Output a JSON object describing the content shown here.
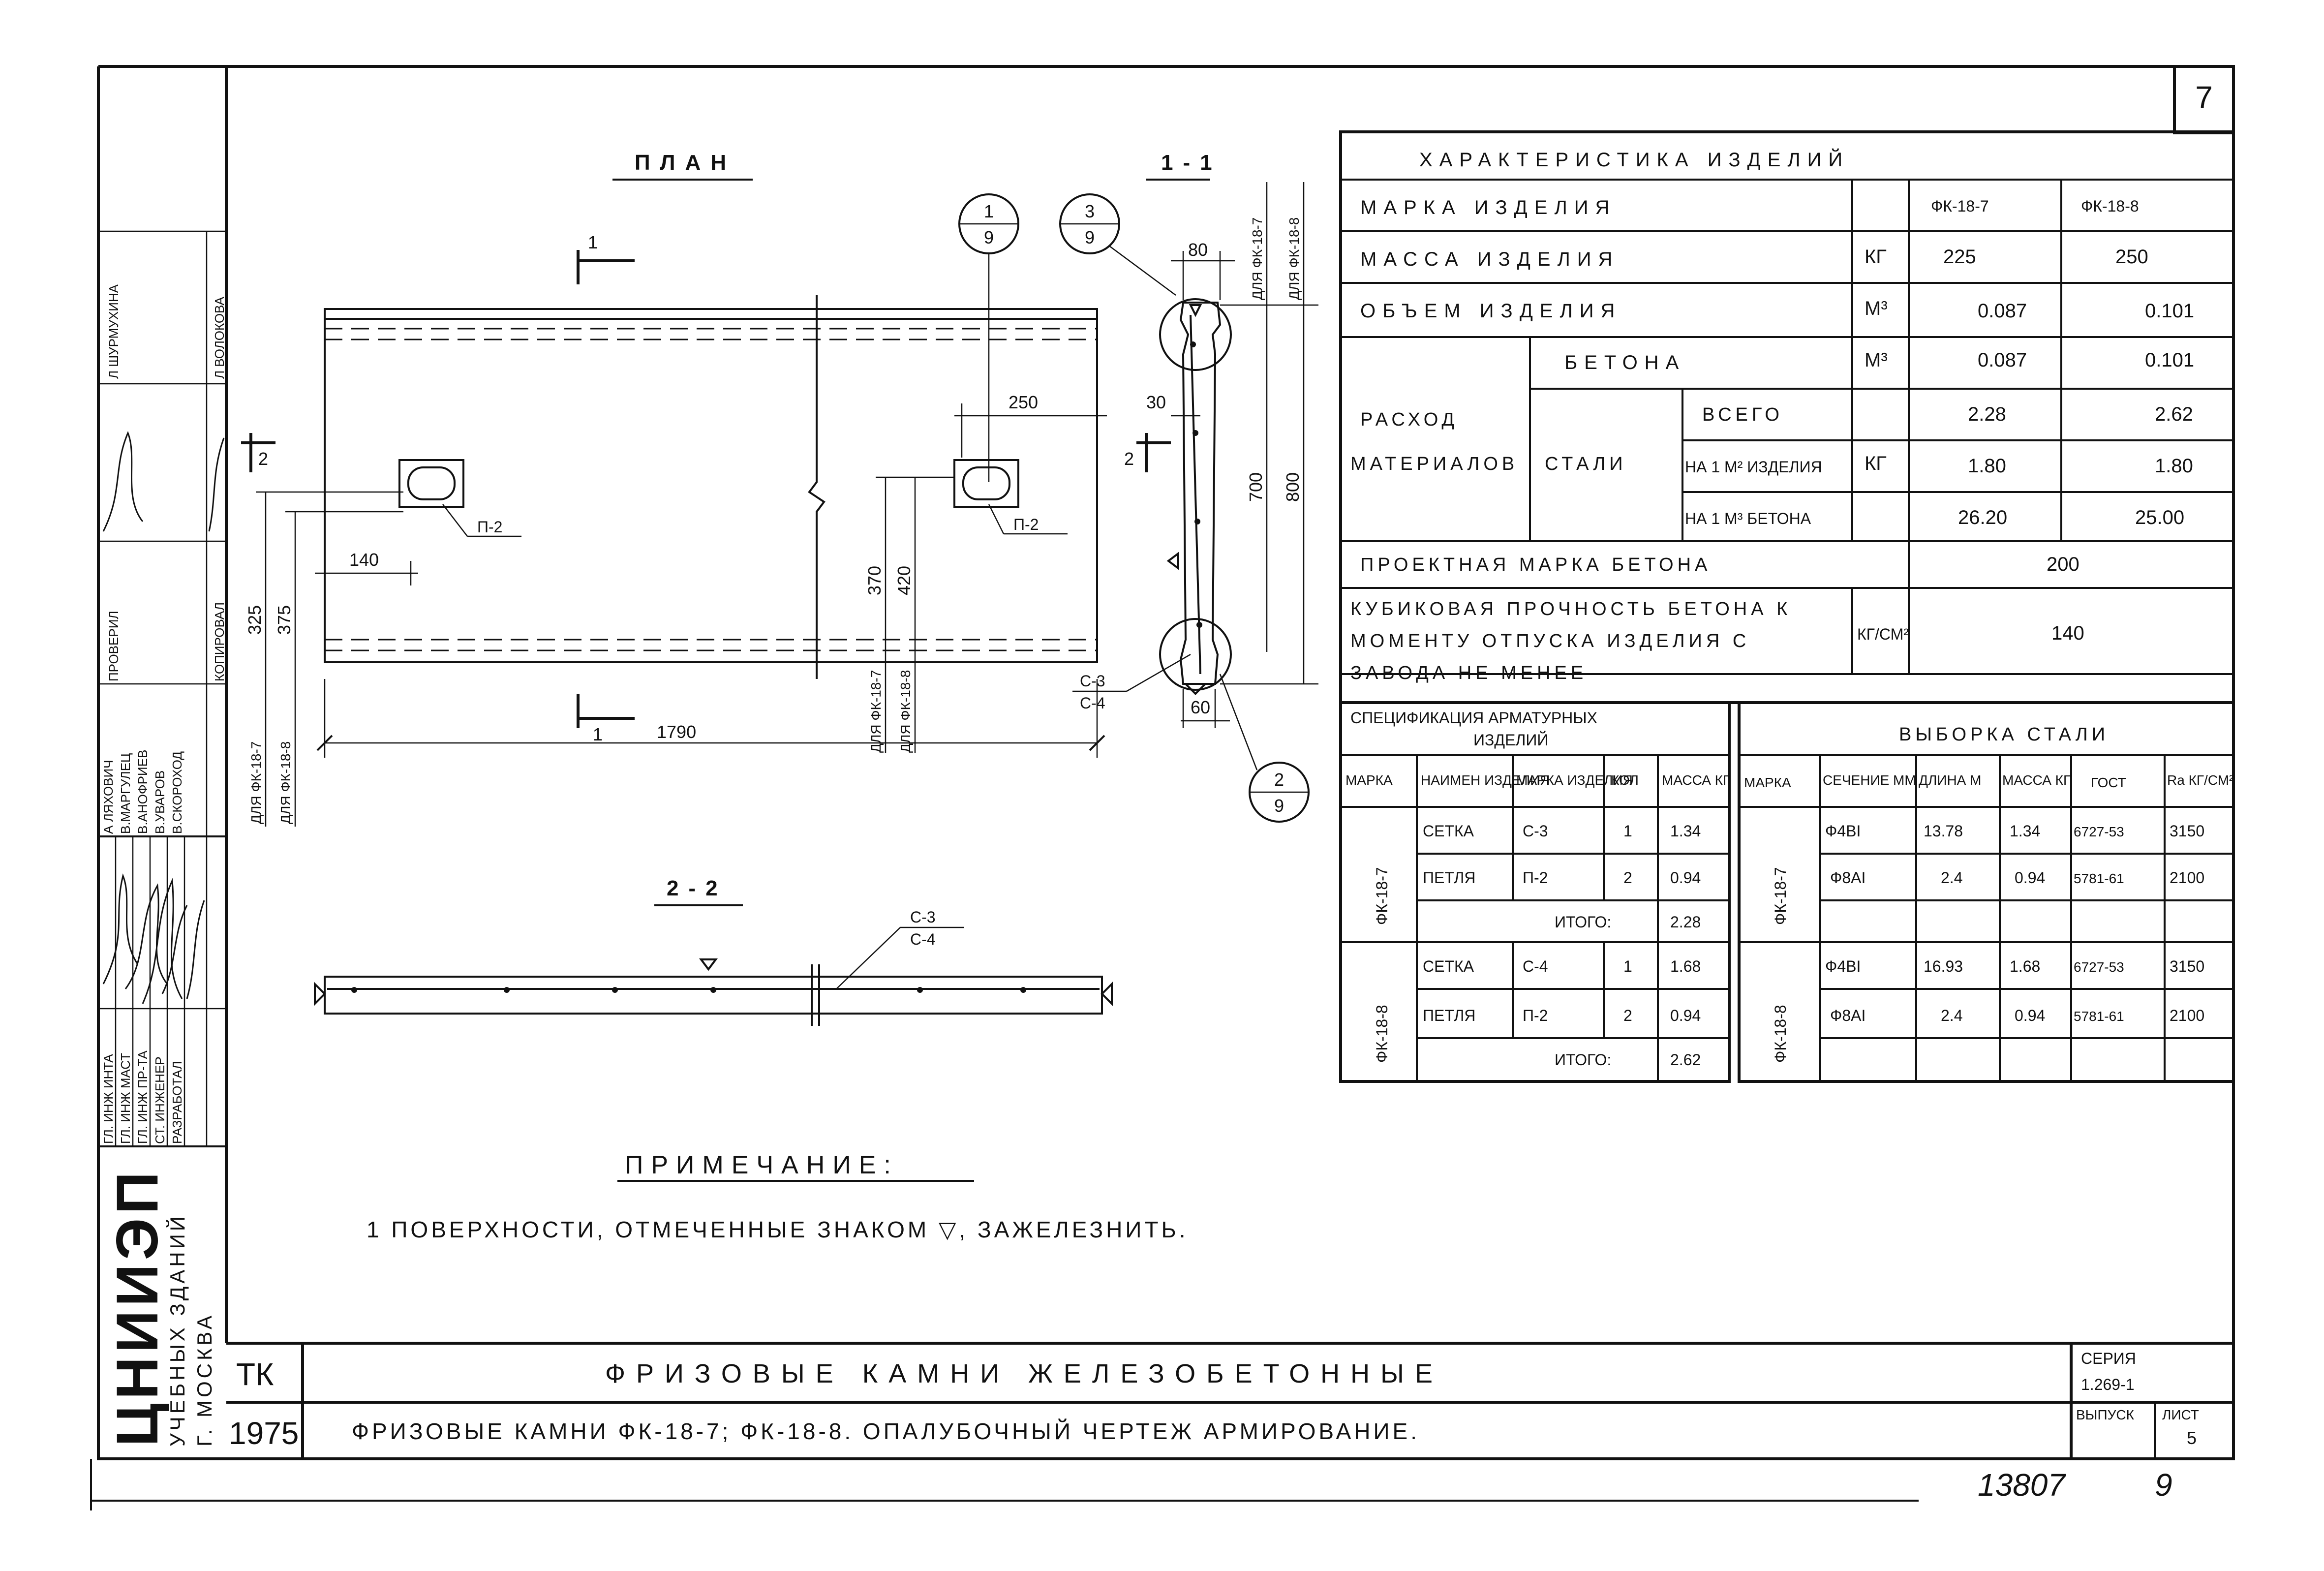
{
  "sheet": {
    "number": "7",
    "org": {
      "name": "ЦНИИЭП",
      "sub1": "УЧЕБНЫХ ЗДАНИЙ",
      "sub2": "Г. МОСКВА"
    },
    "stamp_roles": [
      "ГЛ. ИНЖ ИНТА",
      "ГЛ. ИНЖ МАСТ",
      "ГЛ. ИНЖ ПР-ТА",
      "СТ. ИНЖЕНЕР",
      "РАЗРАБОТАЛ",
      "ПРОВЕРИЛ",
      "КОПИРОВАЛ"
    ],
    "stamp_names": [
      "А ЛЯХОВИЧ",
      "В.МАРГУЛЕЦ",
      "В.АНОФРИЕВ",
      "В.УВАРОВ",
      "В.СКОРОХОД",
      "Л ШУРМУХИНА",
      "Л ВОЛОКОВА"
    ],
    "notes": {
      "heading": "ПРИМЕЧАНИЕ:",
      "item": "1 ПОВЕРХНОСТИ, ОТМЕЧЕННЫЕ ЗНАКОМ ▽, ЗАЖЕЛЕЗНИТЬ."
    },
    "title_block": {
      "tk": "ТК",
      "year": "1975",
      "title": "ФРИЗОВЫЕ КАМНИ ЖЕЛЕЗОБЕТОННЫЕ",
      "subtitle": "ФРИЗОВЫЕ КАМНИ ФК-18-7; ФК-18-8. ОПАЛУБОЧНЫЙ ЧЕРТЕЖ АРМИРОВАНИЕ.",
      "series_label": "СЕРИЯ",
      "series_value": "1.269-1",
      "issue_label": "ВЫПУСК",
      "sheet_label": "ЛИСТ",
      "sheet_value": "5"
    },
    "archive_no": "13807",
    "page_no": "9"
  },
  "plan": {
    "title": "ПЛАН",
    "section_mark": "1",
    "section_mark2": "2",
    "dims": {
      "length": "1790",
      "d140": "140",
      "d250": "250",
      "d325": "325",
      "d375": "375",
      "d370": "370",
      "d420": "420"
    },
    "loop_label": "П-2",
    "loop_label2": "П-2",
    "for7": "ДЛЯ ФК-18-7",
    "for8": "ДЛЯ ФК-18-8",
    "callout_a_top": "1",
    "callout_a_bot": "9",
    "callout_b_top": "3",
    "callout_b_bot": "9",
    "callout_c_top": "2",
    "callout_c_bot": "9"
  },
  "section11": {
    "title": "1-1",
    "dims": {
      "d80": "80",
      "d30": "30",
      "d60": "60",
      "d700": "700",
      "d800": "800"
    },
    "mesh1": "С-3",
    "mesh2": "С-4",
    "for7": "ДЛЯ ФК-18-7",
    "for8": "ДЛЯ ФК-18-8"
  },
  "section22": {
    "title": "2-2",
    "mesh1": "С-3",
    "mesh2": "С-4"
  },
  "characteristics": {
    "title": "ХАРАКТЕРИСТИКА ИЗДЕЛИЙ",
    "rows": {
      "mark_label": "МАРКА ИЗДЕЛИЯ",
      "mark_v1": "ФК-18-7",
      "mark_v2": "ФК-18-8",
      "mass_label": "МАССА ИЗДЕЛИЯ",
      "mass_unit": "КГ",
      "mass_v1": "225",
      "mass_v2": "250",
      "vol_label": "ОБЪЕМ ИЗДЕЛИЯ",
      "vol_unit": "М³",
      "vol_v1": "0.087",
      "vol_v2": "0.101",
      "concrete_label": "БЕТОНА",
      "concrete_unit": "М³",
      "concrete_v1": "0.087",
      "concrete_v2": "0.101",
      "consumption_label1": "РАСХОД",
      "consumption_label2": "МАТЕРИАЛОВ",
      "steel_label": "СТАЛИ",
      "steel_unit": "КГ",
      "total_label": "ВСЕГО",
      "total_v1": "2.28",
      "total_v2": "2.62",
      "per_m2_label": "НА 1 М² ИЗДЕЛИЯ",
      "per_m2_v1": "1.80",
      "per_m2_v2": "1.80",
      "per_m3_label": "НА 1 М³ БЕТОНА",
      "per_m3_v1": "26.20",
      "per_m3_v2": "25.00",
      "grade_label": "ПРОЕКТНАЯ МАРКА БЕТОНА",
      "grade_v": "200",
      "strength_label1": "КУБИКОВАЯ ПРОЧНОСТЬ БЕТОНА К",
      "strength_label2": "МОМЕНТУ ОТПУСКА ИЗДЕЛИЯ С",
      "strength_label3": "ЗАВОДА НЕ МЕНЕЕ",
      "strength_unit": "КГ/СМ²",
      "strength_v": "140"
    }
  },
  "spec": {
    "title1": "СПЕЦИФИКАЦИЯ АРМАТУРНЫХ",
    "title2": "ИЗДЕЛИЙ",
    "headers": [
      "МАРКА",
      "НАИМЕН ИЗДЕЛИЯ",
      "МАРКА ИЗДЕЛИЯ",
      "КОЛ",
      "МАССА КГ"
    ],
    "groups": [
      {
        "mark": "ФК-18-7",
        "rows": [
          [
            "СЕТКА",
            "С-3",
            "1",
            "1.34"
          ],
          [
            "ПЕТЛЯ",
            "П-2",
            "2",
            "0.94"
          ]
        ],
        "total_label": "ИТОГО:",
        "total": "2.28"
      },
      {
        "mark": "ФК-18-8",
        "rows": [
          [
            "СЕТКА",
            "С-4",
            "1",
            "1.68"
          ],
          [
            "ПЕТЛЯ",
            "П-2",
            "2",
            "0.94"
          ]
        ],
        "total_label": "ИТОГО:",
        "total": "2.62"
      }
    ]
  },
  "steel": {
    "title": "ВЫБОРКА СТАЛИ",
    "headers": [
      "МАРКА",
      "СЕЧЕНИЕ ММ",
      "ДЛИНА М",
      "МАССА КГ",
      "ГОСТ",
      "Ra КГ/СМ²"
    ],
    "groups": [
      {
        "mark": "ФК-18-7",
        "rows": [
          [
            "Ф4ВI",
            "13.78",
            "1.34",
            "6727-53",
            "3150"
          ],
          [
            "Ф8АI",
            "2.4",
            "0.94",
            "5781-61",
            "2100"
          ]
        ]
      },
      {
        "mark": "ФК-18-8",
        "rows": [
          [
            "Ф4ВI",
            "16.93",
            "1.68",
            "6727-53",
            "3150"
          ],
          [
            "Ф8АI",
            "2.4",
            "0.94",
            "5781-61",
            "2100"
          ]
        ]
      }
    ]
  }
}
